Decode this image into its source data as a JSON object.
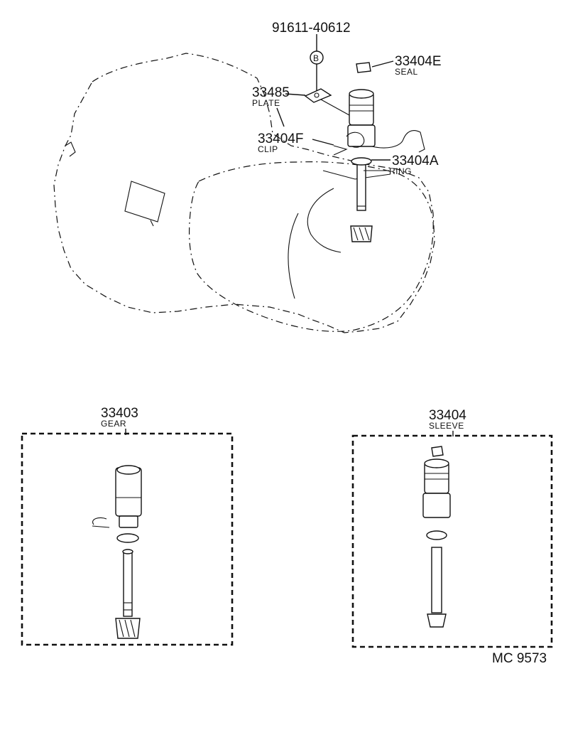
{
  "top": {
    "bolt": {
      "number": "91611-40612",
      "marker": "B"
    },
    "seal": {
      "number": "33404E",
      "name": "SEAL"
    },
    "plate": {
      "number": "33485",
      "name": "PLATE"
    },
    "clip": {
      "number": "33404F",
      "name": "CLIP"
    },
    "ring": {
      "number": "33404A",
      "name": "RING"
    }
  },
  "gear_box": {
    "number": "33403",
    "name": "GEAR"
  },
  "sleeve_box": {
    "number": "33404",
    "name": "SLEEVE"
  },
  "footer": {
    "code": "MC 9573"
  }
}
